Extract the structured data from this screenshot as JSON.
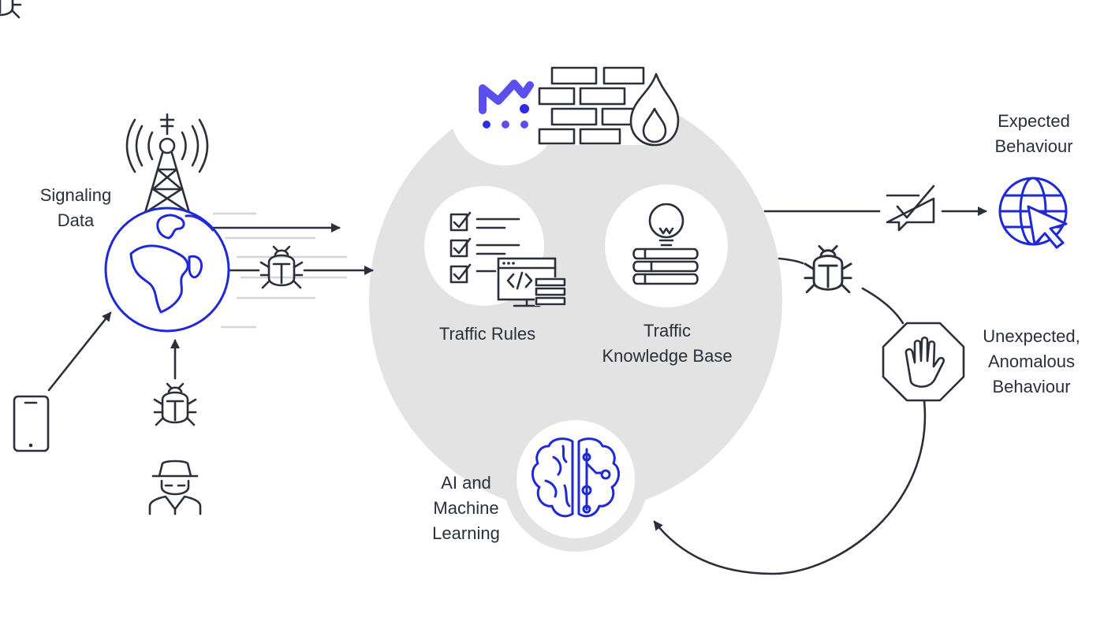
{
  "labels": {
    "signaling_data": [
      "Signaling",
      "Data"
    ],
    "traffic_rules": "Traffic Rules",
    "traffic_kb": [
      "Traffic",
      "Knowledge Base"
    ],
    "ai_ml": [
      "AI and",
      "Machine",
      "Learning"
    ],
    "expected": [
      "Expected",
      "Behaviour"
    ],
    "unexpected": [
      "Unexpected,",
      "Anomalous",
      "Behaviour"
    ]
  },
  "colors": {
    "ink": "#2a2f3a",
    "accent_blue": "#1f2ad6",
    "logo_purple": "#5b4ff0",
    "logo_blue": "#2d2de8",
    "core_gray": "#e3e3e3",
    "speed_line": "#d6d6d6"
  },
  "icons": [
    "smartphone-icon",
    "cell-tower-icon",
    "globe-icon",
    "bug-icon",
    "hacker-icon",
    "brand-logo",
    "firewall-icon",
    "checklist-code-icon",
    "knowledge-base-icon",
    "brain-icon",
    "message-check-icon",
    "web-globe-cursor-icon",
    "stop-hand-icon"
  ]
}
